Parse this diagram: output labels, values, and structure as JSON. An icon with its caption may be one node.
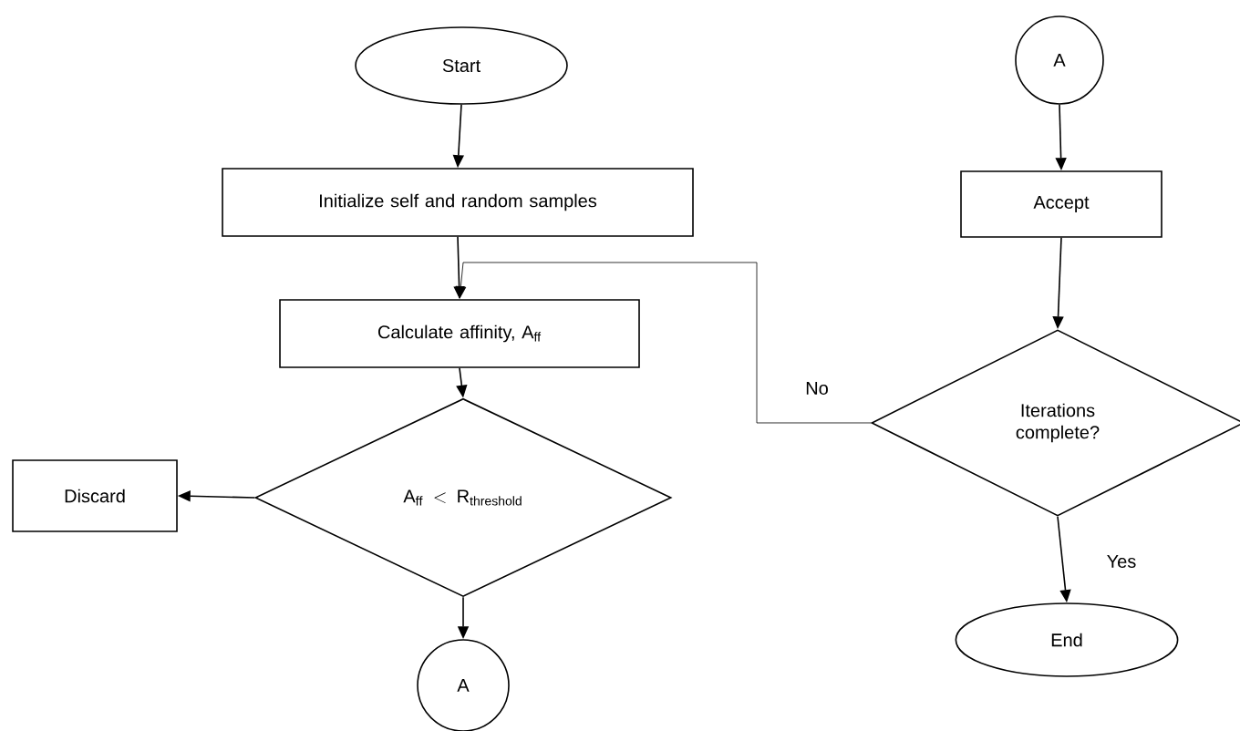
{
  "diagram": {
    "nodes": [
      {
        "text": [
          "Start"
        ]
      },
      {
        "text": [
          "Initialize self and random samples"
        ]
      },
      {
        "text": [
          "Calculate affinity, A$_{ff}$"
        ]
      },
      {
        "text": [
          "\\mathrm{A_{ff}} < \\mathrm{R_{threshold}}"
        ]
      },
      {
        "text": [
          "Discard"
        ]
      },
      {
        "text": [
          "A"
        ]
      },
      {
        "text": [
          "A"
        ]
      },
      {
        "text": [
          "Accept"
        ]
      },
      {
        "text": [
          "Iterations complete?"
        ]
      },
      {
        "text": [
          "End"
        ]
      }
    ],
    "edges": [
      {
        "from": 0,
        "to": 1,
        "arrow": "to"
      },
      {
        "from": 1,
        "to": 2,
        "arrow": "to"
      },
      {
        "from": 2,
        "to": 3,
        "arrow": "to"
      },
      {
        "from": 3,
        "to": 4,
        "arrow": "to"
      },
      {
        "from": 3,
        "to": 5,
        "arrow": "to"
      },
      {
        "from": 6,
        "to": 7,
        "arrow": "to"
      },
      {
        "from": 7,
        "to": 8,
        "arrow": "to"
      },
      {
        "from": 8,
        "to": 2,
        "arrow": "to",
        "label": "No"
      },
      {
        "from": 8,
        "to": 9,
        "arrow": "to",
        "label": "Yes"
      }
    ]
  }
}
